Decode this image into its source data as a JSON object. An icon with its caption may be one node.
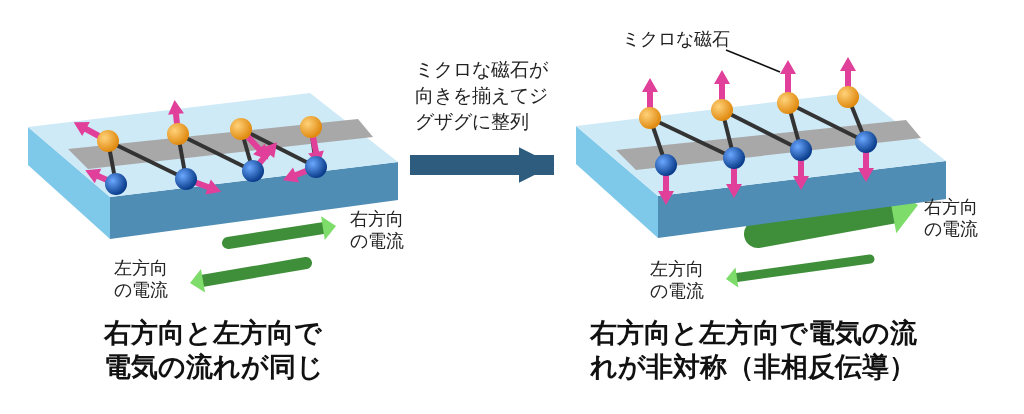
{
  "diagram": {
    "nodes": [
      {
        "text": [],
        "shape": "picture"
      },
      {
        "text": [],
        "shape": "picture"
      },
      {
        "text": [
          "ミクロな磁石"
        ]
      },
      {
        "text": [],
        "shape": "picture"
      }
    ],
    "edges": [
      {
        "from": 0,
        "to": 1,
        "arrow": "to",
        "label": "ミクロな磁石が向きを揃えてジグザグに整列",
        "style": "thick",
        "color": "#2e5c7e"
      },
      {
        "from": 2,
        "to": 3,
        "arrow": "none",
        "color": "#111111"
      }
    ],
    "labels": [
      "右方向の電流",
      "左方向の電流",
      "右方向と左方向で電気の流れが同じ",
      "右方向の電流",
      "左方向の電流",
      "右方向と左方向で電気の流れが**非対称（非相反伝導）**"
    ]
  }
}
